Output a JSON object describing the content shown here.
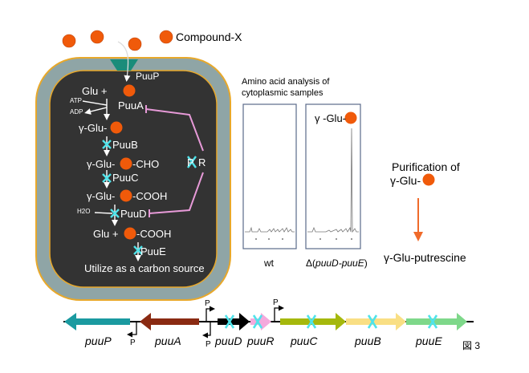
{
  "colors": {
    "compound": "#f05a0a",
    "cell_wall": "#8fa5a6",
    "cell_border": "#e8a82a",
    "cytoplasm": "#333333",
    "transporter": "#1a8c7a",
    "repressor_line": "#e79ad8",
    "knockout_x": "#4fe3ea",
    "purification_arrow": "#f06a2a",
    "puuP": "#1a9aa0",
    "puuA": "#8a2a12",
    "puuD": "#000000",
    "puuR": "#f4a9dc",
    "puuC": "#a5b80c",
    "puuB": "#f9df84",
    "puuE": "#7ed88a"
  },
  "legend": {
    "compound_label": "Compound-X"
  },
  "cell": {
    "transporter_label": "PuuP",
    "steps": [
      {
        "substrate": "Glu  +",
        "enzyme": "PuuA",
        "knocked_out": false,
        "cofactor_in": "ATP",
        "cofactor_out": "ADP"
      },
      {
        "substrate_prefix": "γ-Glu-",
        "substrate_suffix": "",
        "enzyme": "PuuB",
        "knocked_out": true
      },
      {
        "substrate_prefix": "γ-Glu-",
        "substrate_suffix": "-CHO",
        "enzyme": "PuuC",
        "knocked_out": true
      },
      {
        "substrate_prefix": "γ-Glu-",
        "substrate_suffix": "-COOH",
        "enzyme": "PuuD",
        "knocked_out": true,
        "cofactor_in": "H2O"
      },
      {
        "substrate_prefix": "Glu  +",
        "substrate_suffix": "-COOH",
        "enzyme": "PuuE",
        "knocked_out": true
      }
    ],
    "final_label": "Utilize as a carbon source",
    "repressor_label_left": "P",
    "repressor_label_right": "R",
    "repressor_name": "PuuR"
  },
  "analysis": {
    "title_line1": "Amino acid analysis of",
    "title_line2": "cytoplasmic samples",
    "panels": [
      {
        "label": "wt",
        "peak_label": ""
      },
      {
        "label_prefix": "Δ(",
        "label_italic": "puuD-puuE",
        "label_suffix": ")",
        "peak_label": "γ -Glu-"
      }
    ]
  },
  "purification": {
    "line1": "Purification of",
    "line2": "γ-Glu-",
    "product": "γ-Glu-putrescine"
  },
  "operon": {
    "promoter_label": "P",
    "genes": [
      {
        "name": "puuP",
        "direction": "left",
        "knocked_out": false
      },
      {
        "name": "puuA",
        "direction": "left",
        "knocked_out": false
      },
      {
        "name": "puuD",
        "direction": "right",
        "knocked_out": true
      },
      {
        "name": "puuR",
        "direction": "right",
        "knocked_out": true
      },
      {
        "name": "puuC",
        "direction": "right",
        "knocked_out": true
      },
      {
        "name": "puuB",
        "direction": "right",
        "knocked_out": true
      },
      {
        "name": "puuE",
        "direction": "right",
        "knocked_out": true
      }
    ],
    "figure_label": "図 3"
  }
}
